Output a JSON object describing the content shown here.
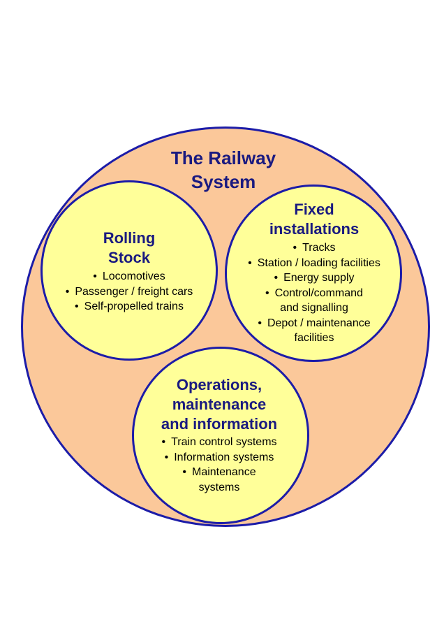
{
  "diagram": {
    "title_lines": [
      "The Railway",
      "System"
    ],
    "rolling_stock": {
      "heading_lines": [
        "Rolling",
        "Stock"
      ],
      "items": [
        [
          "Locomotives"
        ],
        [
          "Passenger / freight cars"
        ],
        [
          "Self-propelled trains"
        ]
      ]
    },
    "fixed_installations": {
      "heading_lines": [
        "Fixed",
        "installations"
      ],
      "items": [
        [
          "Tracks"
        ],
        [
          "Station / loading facilities"
        ],
        [
          "Energy supply"
        ],
        [
          "Control/command",
          "and signalling"
        ],
        [
          "Depot / maintenance",
          "facilities"
        ]
      ]
    },
    "operations": {
      "heading_lines": [
        "Operations,",
        "maintenance",
        "and information"
      ],
      "items": [
        [
          "Train control systems"
        ],
        [
          "Information systems"
        ],
        [
          "Maintenance",
          "systems"
        ]
      ]
    },
    "bullet_symbol": "•",
    "colors": {
      "outer_fill": "#fbc89a",
      "inner_fill": "#ffff99",
      "border": "#1c1ca8",
      "heading_text": "#1a1a80",
      "body_text": "#000000"
    }
  }
}
